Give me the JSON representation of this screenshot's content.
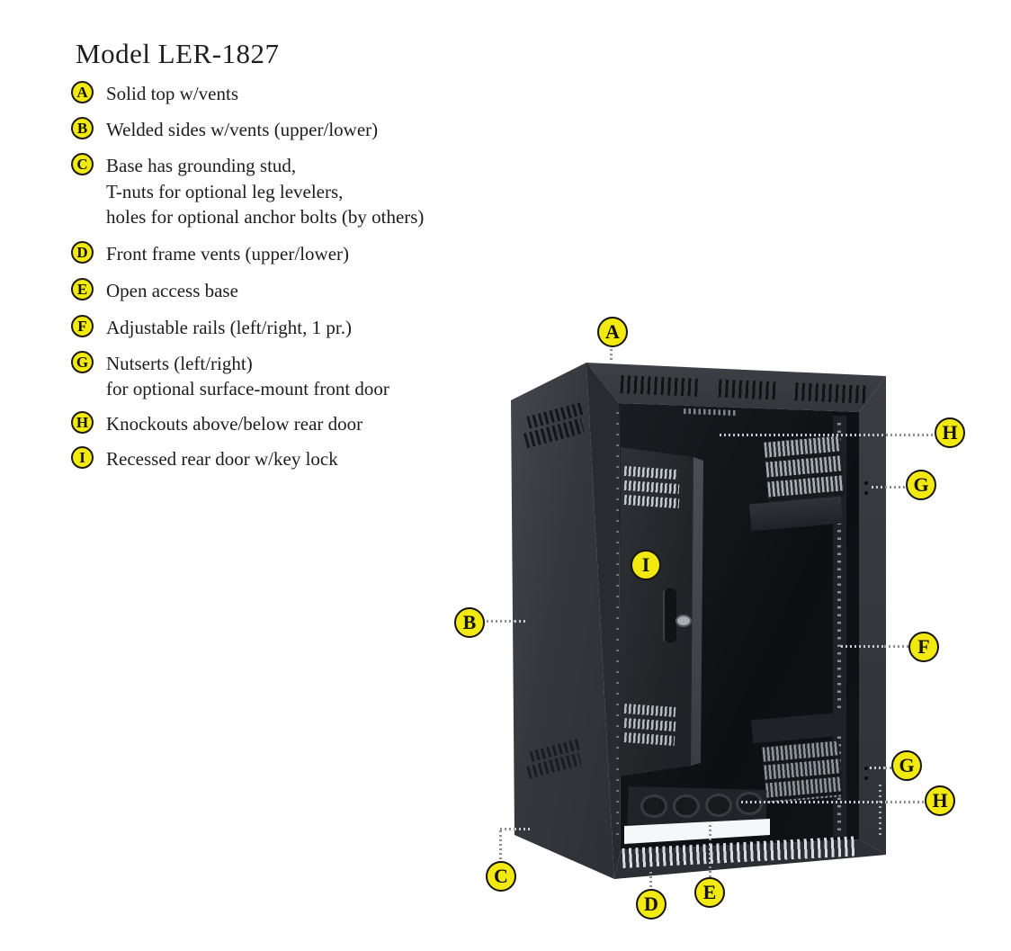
{
  "title": "Model LER-1827",
  "legend": {
    "items": [
      {
        "letter": "A",
        "lines": [
          "Solid top w/vents"
        ]
      },
      {
        "letter": "B",
        "lines": [
          "Welded sides w/vents (upper/lower)"
        ]
      },
      {
        "letter": "C",
        "lines": [
          "Base has grounding stud,",
          "T-nuts for optional leg levelers,",
          "holes for optional anchor bolts (by others)"
        ]
      },
      {
        "letter": "D",
        "lines": [
          "Front frame vents (upper/lower)"
        ]
      },
      {
        "letter": "E",
        "lines": [
          "Open access base"
        ]
      },
      {
        "letter": "F",
        "lines": [
          "Adjustable rails (left/right, 1 pr.)"
        ]
      },
      {
        "letter": "G",
        "lines": [
          "Nutserts (left/right)",
          "for optional surface-mount front door"
        ]
      },
      {
        "letter": "H",
        "lines": [
          "Knockouts above/below rear door"
        ]
      },
      {
        "letter": "I",
        "lines": [
          "Recessed rear door w/key lock"
        ]
      }
    ]
  },
  "diagram": {
    "subject": "rack enclosure photo, front-left view, rear door open",
    "callouts": [
      {
        "letter": "A",
        "target": "solid top with vents"
      },
      {
        "letter": "H",
        "target": "knockouts above rear door"
      },
      {
        "letter": "G",
        "target": "nutserts upper right"
      },
      {
        "letter": "I",
        "target": "recessed rear door with key lock"
      },
      {
        "letter": "B",
        "target": "welded side with vents"
      },
      {
        "letter": "F",
        "target": "adjustable rail"
      },
      {
        "letter": "G",
        "target": "nutserts lower right"
      },
      {
        "letter": "H",
        "target": "knockouts below rear door"
      },
      {
        "letter": "C",
        "target": "base"
      },
      {
        "letter": "D",
        "target": "front frame lower vents"
      },
      {
        "letter": "E",
        "target": "open access base"
      }
    ]
  },
  "colors": {
    "badge_fill": "#f2e90e",
    "badge_border": "#15130b",
    "leader_gray": "#8f8f8f",
    "leader_light": "#c6cad0",
    "rack_body": "#2c2f34",
    "rack_interior": "#0d0f12",
    "background": "#ffffff"
  }
}
